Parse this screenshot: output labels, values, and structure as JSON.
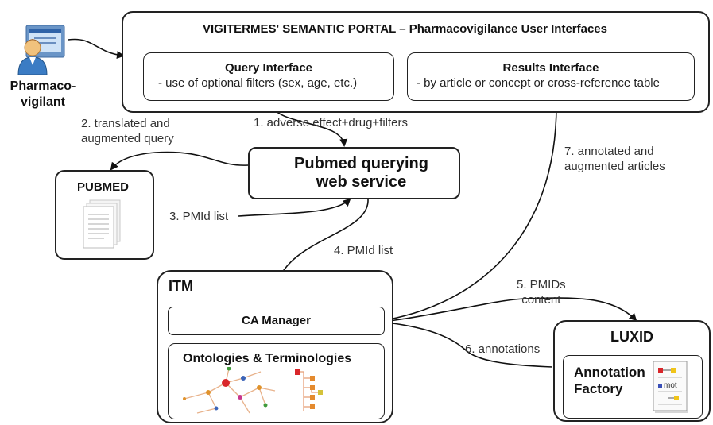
{
  "user": {
    "label_line1": "Pharmaco-",
    "label_line2": "vigilant",
    "icon": "user-monitor-icon"
  },
  "portal": {
    "title": "VIGITERMES' SEMANTIC PORTAL – Pharmacovigilance User Interfaces",
    "query_title": "Query Interface",
    "query_desc": "- use of optional filters (sex, age, etc.)",
    "results_title": "Results Interface",
    "results_desc": "- by article or concept or cross-reference table"
  },
  "pubmed": {
    "title": "PUBMED",
    "icon": "document-stack-icon"
  },
  "pubmed_service": {
    "line1": "Pubmed querying",
    "line2": "web service"
  },
  "itm": {
    "title": "ITM",
    "ca_manager": "CA Manager",
    "ontologies": "Ontologies & Terminologies",
    "graph_icon": "ontology-graph-icon",
    "tree_icon": "terminology-tree-icon"
  },
  "luxid": {
    "title": "LUXID",
    "factory_line1": "Annotation",
    "factory_line2": "Factory",
    "doc_icon": "annotated-document-icon",
    "doc_text": "mot"
  },
  "flows": {
    "step1": "1. adverse effect+drug+filters",
    "step2_line1": "2. translated and",
    "step2_line2": "augmented query",
    "step3": "3. PMId list",
    "step4": "4. PMId list",
    "step5_line1": "5. PMIDs",
    "step5_line2": "content",
    "step6": "6. annotations",
    "step7_line1": "7. annotated and",
    "step7_line2": "augmented articles"
  }
}
